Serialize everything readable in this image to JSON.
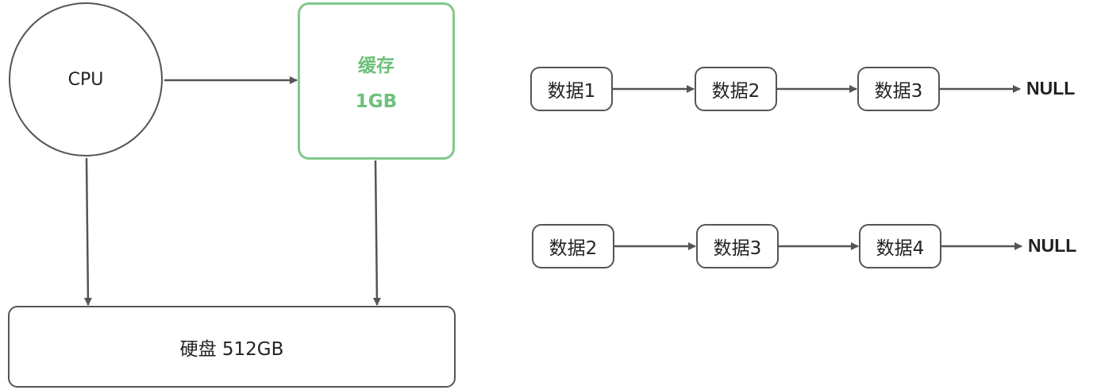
{
  "cpu": {
    "label": "CPU"
  },
  "cache": {
    "title": "缓存",
    "size": "1GB"
  },
  "disk": {
    "label": "硬盘 512GB"
  },
  "lists": [
    {
      "nodes": [
        "数据1",
        "数据2",
        "数据3"
      ],
      "terminator": "NULL"
    },
    {
      "nodes": [
        "数据2",
        "数据3",
        "数据4"
      ],
      "terminator": "NULL"
    }
  ],
  "colors": {
    "line": "#555555",
    "cache_border": "#82c98b",
    "cache_text": "#6cc17a"
  }
}
